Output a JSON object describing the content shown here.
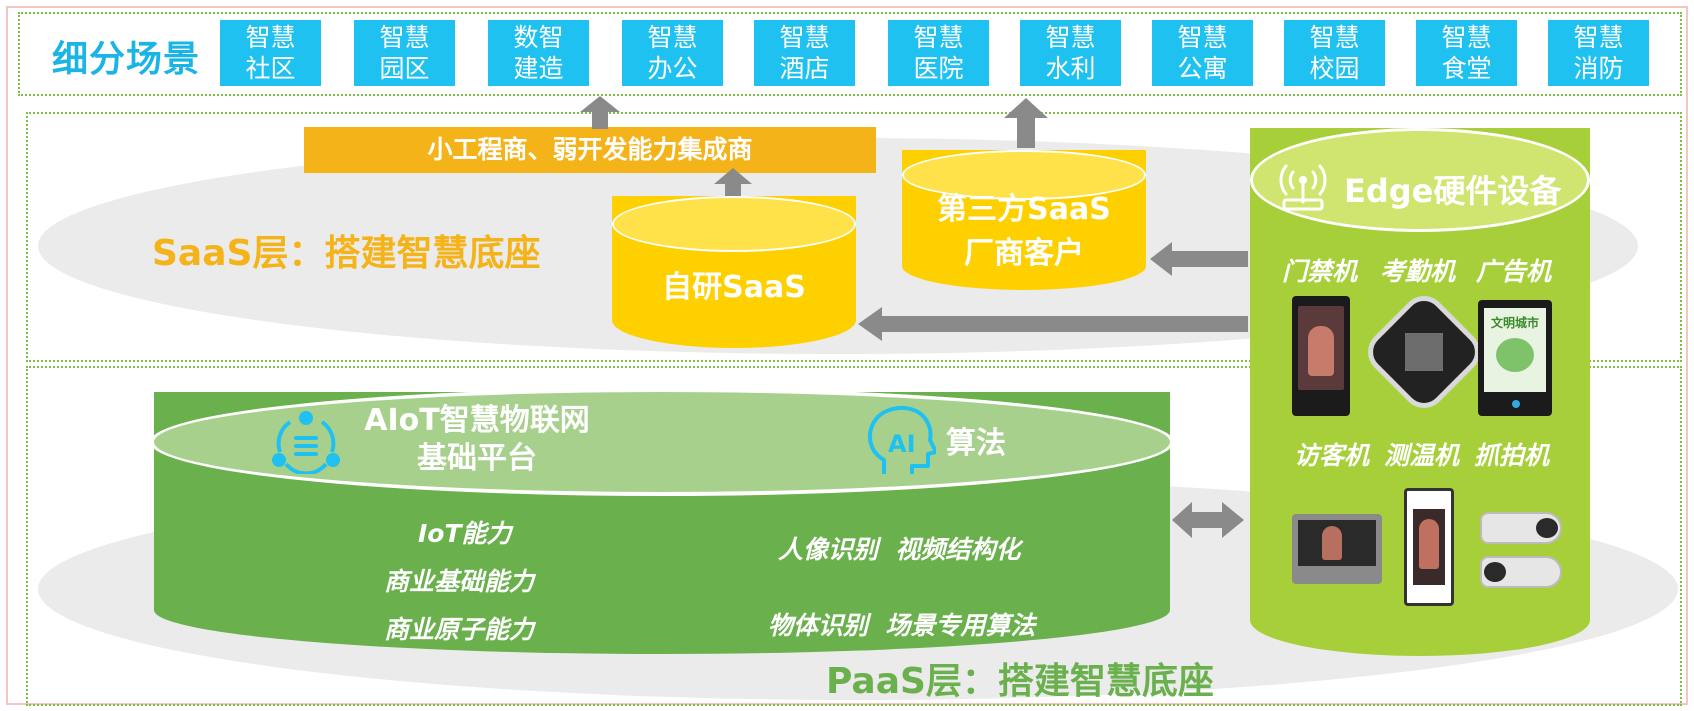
{
  "segments": {
    "title": "细分场景",
    "items": [
      {
        "line1": "智慧",
        "line2": "社区"
      },
      {
        "line1": "智慧",
        "line2": "园区"
      },
      {
        "line1": "数智",
        "line2": "建造"
      },
      {
        "line1": "智慧",
        "line2": "办公"
      },
      {
        "line1": "智慧",
        "line2": "酒店"
      },
      {
        "line1": "智慧",
        "line2": "医院"
      },
      {
        "line1": "智慧",
        "line2": "水利"
      },
      {
        "line1": "智慧",
        "line2": "公寓"
      },
      {
        "line1": "智慧",
        "line2": "校园"
      },
      {
        "line1": "智慧",
        "line2": "食堂"
      },
      {
        "line1": "智慧",
        "line2": "消防"
      }
    ]
  },
  "saas": {
    "title": "SaaS层：搭建智慧底座",
    "integrators": "小工程商、弱开发能力集成商",
    "self_saas": "自研SaaS",
    "third_party_line1": "第三方SaaS",
    "third_party_line2": "厂商客户"
  },
  "edge": {
    "title": "Edge硬件设备",
    "row1": [
      "门禁机",
      "考勤机",
      "广告机"
    ],
    "row2": [
      "访客机",
      "测温机",
      "抓拍机"
    ],
    "ad_screen_text": "文明城市"
  },
  "paas": {
    "title": "PaaS层：搭建智慧底座",
    "aiot_line1": "AIoT智慧物联网",
    "aiot_line2": "基础平台",
    "algo": "算法",
    "ai_glyph": "AI",
    "left_caps": [
      "IoT能力",
      "商业基础能力",
      "商业原子能力"
    ],
    "right_caps": [
      "人像识别  视频结构化",
      "物体识别  场景专用算法"
    ]
  },
  "colors": {
    "cyan": "#1fc1f0",
    "orange": "#f5b31a",
    "yellow": "#ffd000",
    "green": "#6ab04c",
    "lime": "#a6cf3a",
    "gray_arrow": "#8a8a8a"
  }
}
